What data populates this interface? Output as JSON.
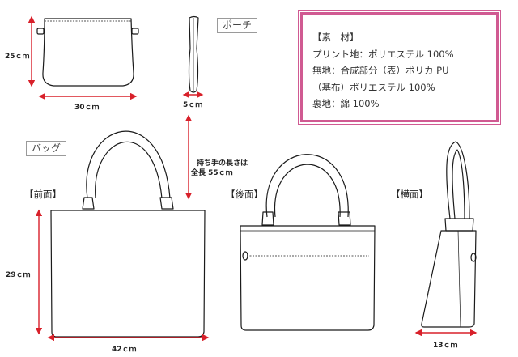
{
  "pouch": {
    "label": "ポーチ",
    "width": "30ｃｍ",
    "height": "25ｃｍ",
    "depth": "5ｃｍ"
  },
  "bag": {
    "label": "バッグ",
    "front_label": "【前面】",
    "back_label": "【後面】",
    "side_label": "【横面】",
    "handle_note_line1": "持ち手の長さは",
    "handle_note_line2": "全長 55ｃｍ",
    "width": "42ｃｍ",
    "height": "29ｃｍ",
    "depth": "13ｃｍ"
  },
  "materials": {
    "title": "【素　材】",
    "lines": [
      "プリント地：ポリエステル 100%",
      "無地：合成部分（表）ポリカ PU",
      "（基布）ポリエステル 100%",
      "裏地：綿 100%"
    ]
  },
  "colors": {
    "dimension_arrow": "#d8202a",
    "frame": "#d05a92",
    "outline": "#1a1a1a"
  }
}
